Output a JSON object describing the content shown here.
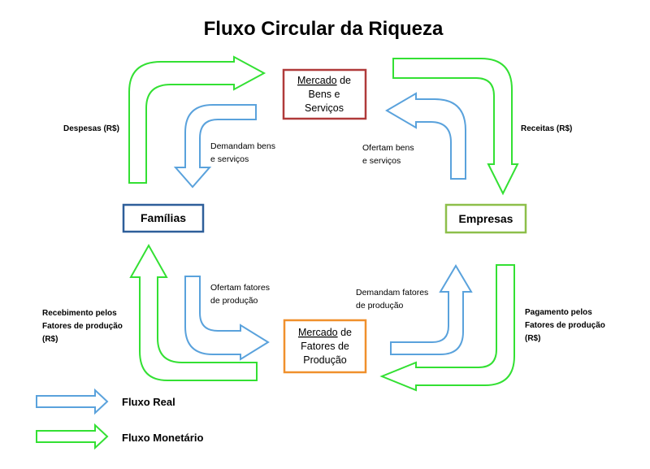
{
  "title": "Fluxo Circular da Riqueza",
  "colors": {
    "real_flow": "#5aa2dc",
    "money_flow": "#33e033",
    "families_box": "#2e5f9a",
    "firms_box": "#8dbf4a",
    "goods_market_box": "#b03a3a",
    "factors_market_box": "#f0902c"
  },
  "nodes": {
    "goods_market": {
      "underline": "Mercado",
      "line1_rest": " de",
      "line2": "Bens e",
      "line3": "Serviços"
    },
    "families": {
      "label": "Famílias"
    },
    "firms": {
      "label": "Empresas"
    },
    "factors_market": {
      "underline": "Mercado",
      "line1_rest": " de",
      "line2": "Fatores de",
      "line3": "Produção"
    }
  },
  "flow_labels": {
    "despesas": "Despesas (R$)",
    "receitas": "Receitas (R$)",
    "demandam_bens_1": "Demandam bens",
    "demandam_bens_2": "e serviços",
    "ofertam_bens_1": "Ofertam bens",
    "ofertam_bens_2": "e serviços",
    "ofertam_fatores_1": "Ofertam fatores",
    "ofertam_fatores_2": "de produção",
    "demandam_fatores_1": "Demandam fatores",
    "demandam_fatores_2": "de produção",
    "recebimento_1": "Recebimento pelos",
    "recebimento_2": "Fatores de produção",
    "recebimento_3": "(R$)",
    "pagamento_1": "Pagamento pelos",
    "pagamento_2": "Fatores de produção",
    "pagamento_3": "(R$)"
  },
  "legend": {
    "real": "Fluxo Real",
    "money": "Fluxo Monetário"
  }
}
